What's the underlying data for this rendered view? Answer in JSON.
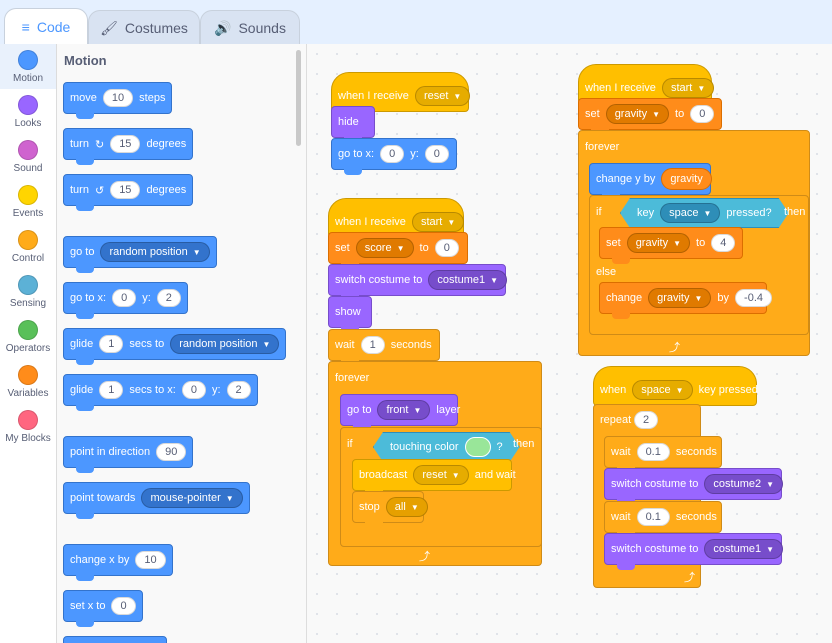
{
  "tabs": {
    "code": "Code",
    "costumes": "Costumes",
    "sounds": "Sounds"
  },
  "categories": [
    {
      "label": "Motion",
      "color": "#4c97ff"
    },
    {
      "label": "Looks",
      "color": "#9966ff"
    },
    {
      "label": "Sound",
      "color": "#cf63cf"
    },
    {
      "label": "Events",
      "color": "#ffd500"
    },
    {
      "label": "Control",
      "color": "#ffab19"
    },
    {
      "label": "Sensing",
      "color": "#5cb1d6"
    },
    {
      "label": "Operators",
      "color": "#59c059"
    },
    {
      "label": "Variables",
      "color": "#ff8c1a"
    },
    {
      "label": "My Blocks",
      "color": "#ff6680"
    }
  ],
  "palette": {
    "header": "Motion",
    "move": "move",
    "move_val": "10",
    "steps": "steps",
    "turn": "turn",
    "turn_val": "15",
    "degrees": "degrees",
    "goto": "go to",
    "goto_opt": "random position",
    "gotoxy": "go to x:",
    "x_val": "0",
    "y_label": "y:",
    "y_val": "2",
    "glide": "glide",
    "glide_val": "1",
    "secs_to": "secs to",
    "secs_to_x": "secs to x:",
    "point_dir": "point in direction",
    "dir_val": "90",
    "point_towards": "point towards",
    "towards_opt": "mouse-pointer",
    "change_x": "change x by",
    "change_x_val": "10",
    "set_x": "set x to",
    "set_x_val": "0"
  },
  "script1": {
    "when_receive": "when I receive",
    "msg": "reset",
    "hide": "hide",
    "goto": "go to x:",
    "x": "0",
    "y_label": "y:",
    "y": "0"
  },
  "script2": {
    "when_receive": "when I receive",
    "msg": "start",
    "set": "set",
    "var": "score",
    "to": "to",
    "val": "0",
    "switch": "switch costume to",
    "costume": "costume1",
    "show": "show",
    "wait": "wait",
    "wait_val": "1",
    "seconds": "seconds",
    "forever": "forever",
    "goto": "go to",
    "front": "front",
    "layer": "layer",
    "if": "if",
    "touching": "touching color",
    "q": "?",
    "then": "then",
    "broadcast": "broadcast",
    "bmsg": "reset",
    "and_wait": "and wait",
    "stop": "stop",
    "all": "all"
  },
  "script3": {
    "when_receive": "when I receive",
    "msg": "start",
    "set": "set",
    "var": "gravity",
    "to": "to",
    "val": "0",
    "forever": "forever",
    "change_y": "change y by",
    "gvar": "gravity",
    "if": "if",
    "key": "key",
    "space": "space",
    "pressed": "pressed?",
    "then": "then",
    "set2": "set",
    "to2": "to",
    "val2": "4",
    "else": "else",
    "change": "change",
    "by": "by",
    "by_val": "-0.4"
  },
  "script4": {
    "when": "when",
    "key": "space",
    "key_pressed": "key pressed",
    "repeat": "repeat",
    "rep_val": "2",
    "wait": "wait",
    "w1": "0.1",
    "seconds": "seconds",
    "switch": "switch costume to",
    "c2": "costume2",
    "c1": "costume1"
  }
}
